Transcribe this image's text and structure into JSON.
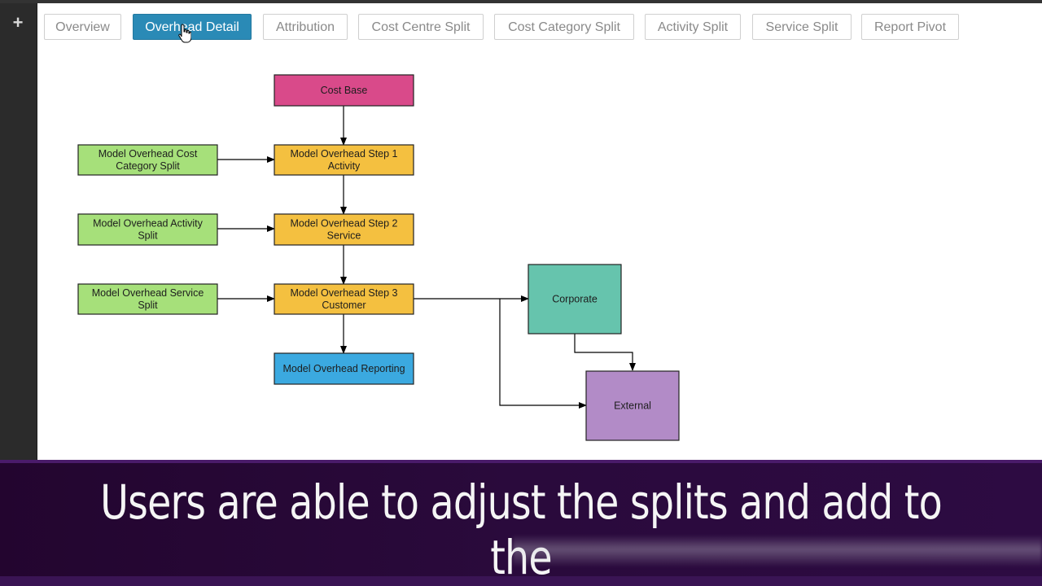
{
  "toolbar": {
    "add_icon": "plus-icon"
  },
  "tabs": [
    {
      "label": "Overview",
      "active": false
    },
    {
      "label": "Overhead Detail",
      "active": true
    },
    {
      "label": "Attribution",
      "active": false
    },
    {
      "label": "Cost Centre Split",
      "active": false
    },
    {
      "label": "Cost Category Split",
      "active": false
    },
    {
      "label": "Activity Split",
      "active": false
    },
    {
      "label": "Service Split",
      "active": false
    },
    {
      "label": "Report Pivot",
      "active": false
    }
  ],
  "diagram": {
    "nodes": {
      "cost_base": {
        "lines": [
          "Cost Base"
        ],
        "color": "#d94a8a"
      },
      "step1": {
        "lines": [
          "Model Overhead Step 1",
          "Activity"
        ],
        "color": "#f4c040"
      },
      "step2": {
        "lines": [
          "Model Overhead Step 2",
          "Service"
        ],
        "color": "#f4c040"
      },
      "step3": {
        "lines": [
          "Model Overhead Step 3",
          "Customer"
        ],
        "color": "#f4c040"
      },
      "reporting": {
        "lines": [
          "Model Overhead Reporting"
        ],
        "color": "#3ba9e0"
      },
      "cat_split": {
        "lines": [
          "Model Overhead Cost",
          "Category Split"
        ],
        "color": "#a6e07a"
      },
      "act_split": {
        "lines": [
          "Model Overhead Activity",
          "Split"
        ],
        "color": "#a6e07a"
      },
      "svc_split": {
        "lines": [
          "Model Overhead Service",
          "Split"
        ],
        "color": "#a6e07a"
      },
      "corporate": {
        "lines": [
          "Corporate"
        ],
        "color": "#66c4ad"
      },
      "external": {
        "lines": [
          "External"
        ],
        "color": "#b28bc7"
      }
    }
  },
  "caption": {
    "text": "Users are able to adjust the splits and add to the"
  },
  "colors": {
    "active_tab": "#2a8ab6",
    "caption_bg": "#2a0a3c"
  }
}
